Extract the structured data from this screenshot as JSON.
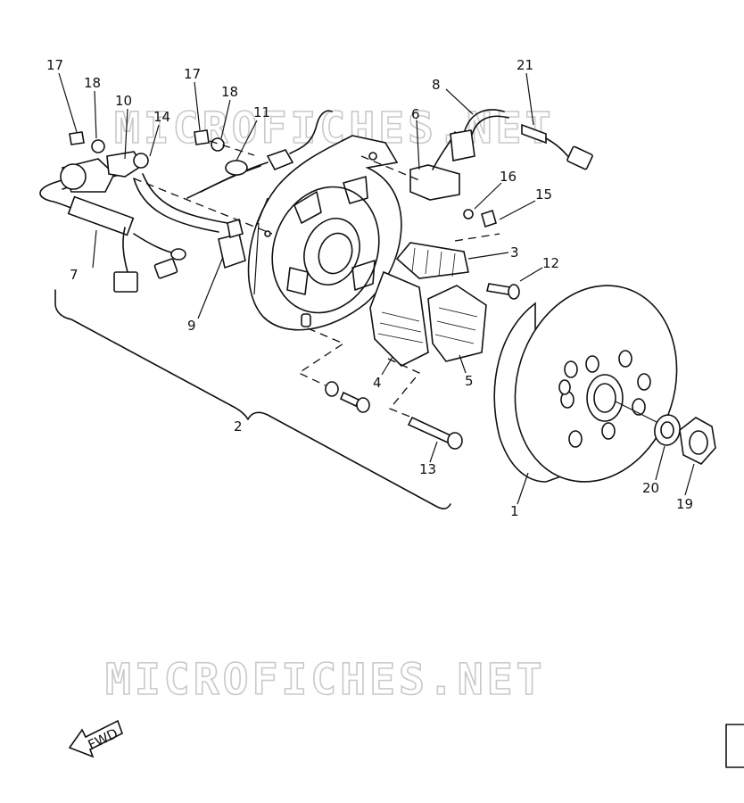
{
  "watermark": {
    "top": "MICROFICHES.NET",
    "bottom": "MICROFICHES.NET"
  },
  "fwd_label": "FWD",
  "callouts": [
    {
      "id": "17a",
      "text": "17"
    },
    {
      "id": "18a",
      "text": "18"
    },
    {
      "id": "10",
      "text": "10"
    },
    {
      "id": "14",
      "text": "14"
    },
    {
      "id": "17b",
      "text": "17"
    },
    {
      "id": "18b",
      "text": "18"
    },
    {
      "id": "11",
      "text": "11"
    },
    {
      "id": "8",
      "text": "8"
    },
    {
      "id": "6",
      "text": "6"
    },
    {
      "id": "21",
      "text": "21"
    },
    {
      "id": "16",
      "text": "16"
    },
    {
      "id": "15",
      "text": "15"
    },
    {
      "id": "7",
      "text": "7"
    },
    {
      "id": "3",
      "text": "3"
    },
    {
      "id": "12",
      "text": "12"
    },
    {
      "id": "9",
      "text": "9"
    },
    {
      "id": "4",
      "text": "4"
    },
    {
      "id": "5",
      "text": "5"
    },
    {
      "id": "2",
      "text": "2"
    },
    {
      "id": "13",
      "text": "13"
    },
    {
      "id": "1",
      "text": "1"
    },
    {
      "id": "20",
      "text": "20"
    },
    {
      "id": "19",
      "text": "19"
    }
  ]
}
